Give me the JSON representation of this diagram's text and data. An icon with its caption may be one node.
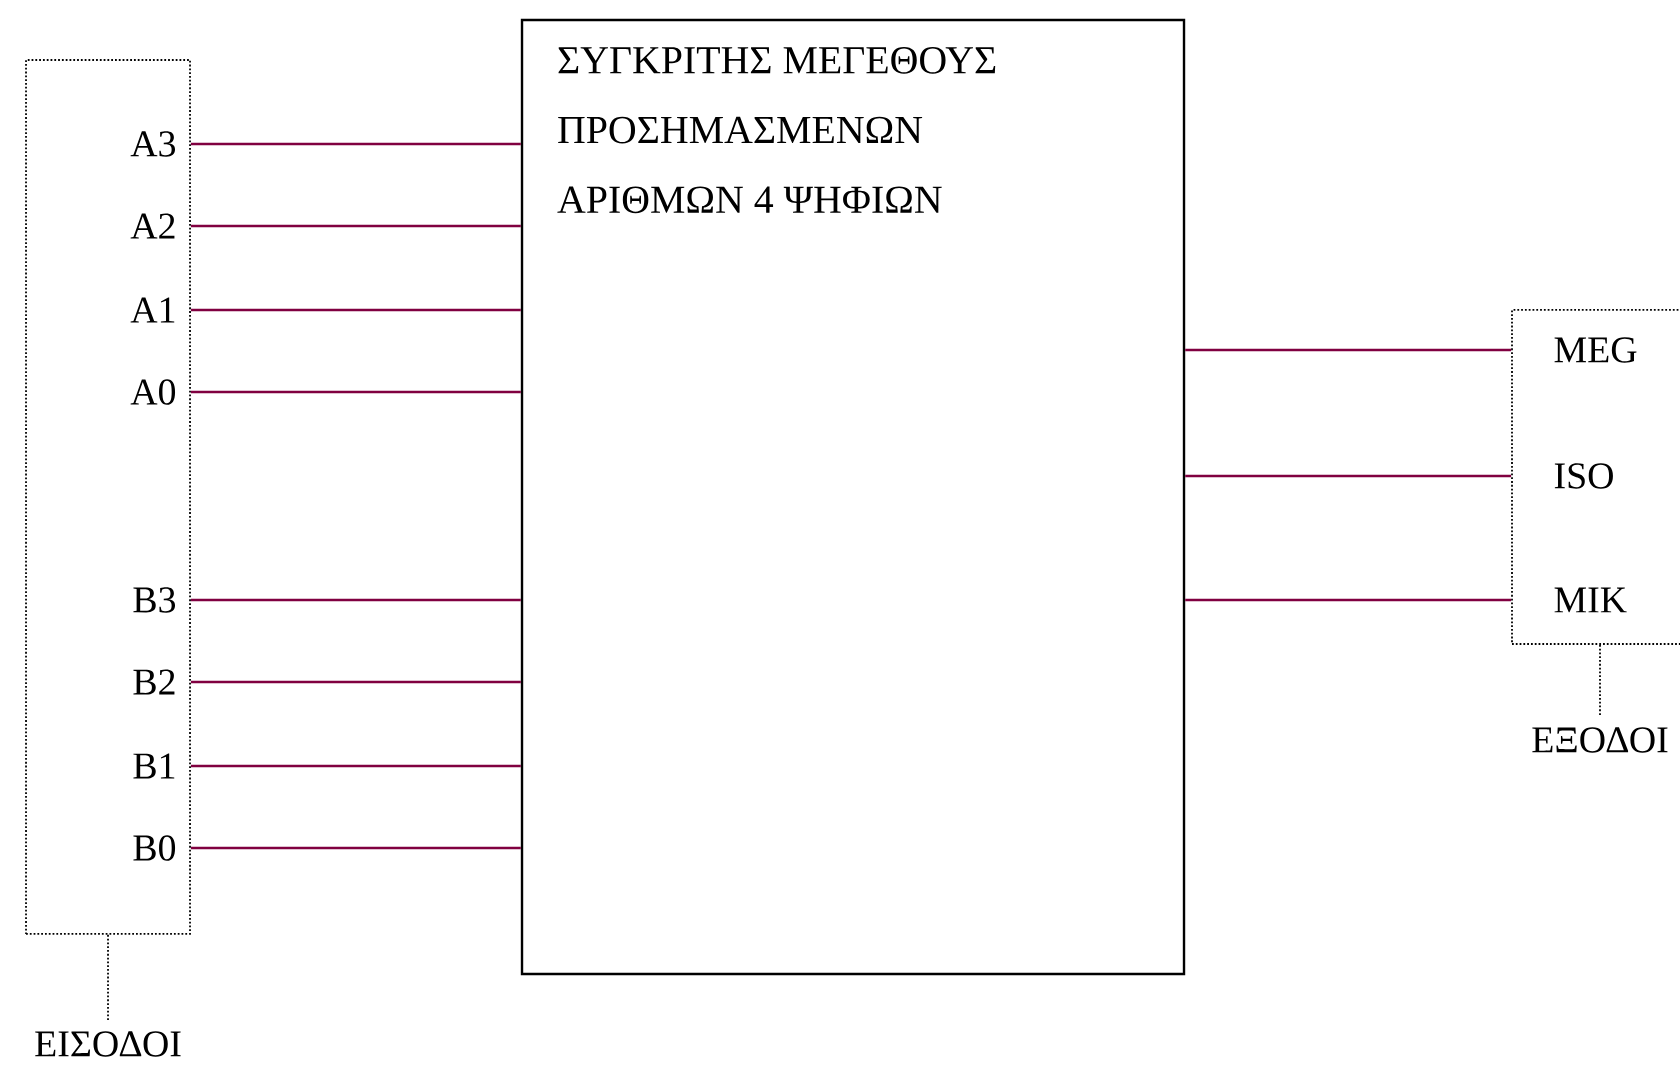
{
  "diagram": {
    "nodes": [
      {
        "text": [],
        "shape": "box",
        "beside": [
          "ΕΙΣΟΔΟΙ"
        ]
      },
      {
        "text": [
          "A3"
        ],
        "in": 0
      },
      {
        "text": [
          "A2"
        ],
        "in": 0
      },
      {
        "text": [
          "A1"
        ],
        "in": 0
      },
      {
        "text": [
          "A0"
        ],
        "in": 0
      },
      {
        "text": [
          "B3"
        ],
        "in": 0
      },
      {
        "text": [
          "B2"
        ],
        "in": 0
      },
      {
        "text": [
          "B1"
        ],
        "in": 0
      },
      {
        "text": [
          "B0"
        ],
        "in": 0
      },
      {
        "text": [
          "ΣΥΓΚΡΙΤΗΣ ΜΕΓΕΘΟΥΣ ΠΡΟΣΗΜΑΣΜΕΝΩΝ ΑΡΙΘΜΩΝ 4 ΨΗΦΙΩΝ"
        ]
      },
      {
        "text": [],
        "shape": "box",
        "beside": [
          "ΕΞΟΔΟΙ"
        ]
      },
      {
        "text": [
          "MEG"
        ],
        "in": 10
      },
      {
        "text": [
          "ISO"
        ],
        "in": 10
      },
      {
        "text": [
          "MIK"
        ],
        "in": 10
      }
    ],
    "edges": [
      {
        "from": 1,
        "to": 9,
        "arrow": "none"
      },
      {
        "from": 2,
        "to": 9,
        "arrow": "none"
      },
      {
        "from": 3,
        "to": 9,
        "arrow": "none"
      },
      {
        "from": 4,
        "to": 9,
        "arrow": "none"
      },
      {
        "from": 5,
        "to": 9,
        "arrow": "none"
      },
      {
        "from": 6,
        "to": 9,
        "arrow": "none"
      },
      {
        "from": 7,
        "to": 9,
        "arrow": "none"
      },
      {
        "from": 8,
        "to": 9,
        "arrow": "none"
      },
      {
        "from": 9,
        "to": 11,
        "arrow": "none"
      },
      {
        "from": 9,
        "to": 12,
        "arrow": "none"
      },
      {
        "from": 9,
        "to": 13,
        "arrow": "none"
      }
    ]
  }
}
